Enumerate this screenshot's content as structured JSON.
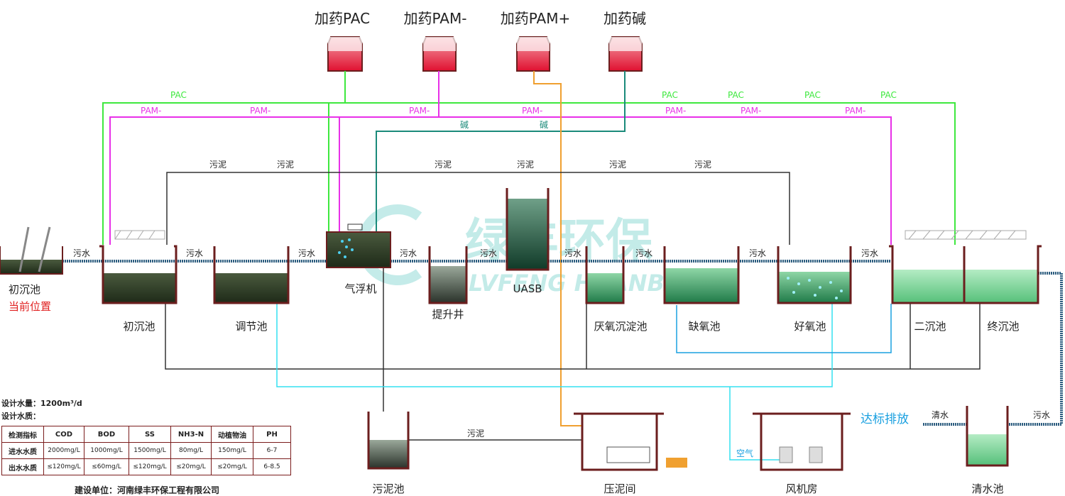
{
  "dosing": {
    "pac": "加药PAC",
    "pam_minus": "加药PAM-",
    "pam_plus": "加药PAM+",
    "alkali": "加药碱"
  },
  "line_labels": {
    "pac": "PAC",
    "pam_minus": "PAM-",
    "alkali": "碱",
    "sludge": "污泥",
    "sewage": "污水",
    "clean_water": "清水",
    "air": "空气"
  },
  "units": {
    "primary_settling_inlet": "初沉池",
    "current_position": "当前位置",
    "primary_settling": "初沉池",
    "equalization": "调节池",
    "air_flotation": "气浮机",
    "lift_well": "提升井",
    "uasb": "UASB",
    "anaerobic_settling": "厌氧沉淀池",
    "anoxic": "缺氧池",
    "aerobic": "好氧池",
    "secondary_settling": "二沉池",
    "final_settling": "终沉池",
    "sludge_tank": "污泥池",
    "press_room": "压泥间",
    "blower_room": "风机房",
    "clear_water_tank": "清水池",
    "discharge": "达标排放"
  },
  "watermark": {
    "cn": "绿丰环保",
    "en": "LVFENG HUANBAO"
  },
  "spec": {
    "capacity": "设计水量：1200m³/d",
    "quality_title": "设计水质：",
    "header": [
      "检测指标",
      "COD",
      "BOD",
      "SS",
      "NH3-N",
      "动植物油",
      "PH"
    ],
    "inlet": [
      "进水水质",
      "2000mg/L",
      "1000mg/L",
      "1500mg/L",
      "80mg/L",
      "150mg/L",
      "6-7"
    ],
    "outlet": [
      "出水水质",
      "≤120mg/L",
      "≤60mg/L",
      "≤120mg/L",
      "≤20mg/L",
      "≤20mg/L",
      "6-8.5"
    ],
    "builder": "建设单位：河南绿丰环保工程有限公司"
  },
  "colors": {
    "pac_line": "#3ee83e",
    "pam_line": "#e830e8",
    "alkali_line": "#1a8a7a",
    "pam_plus_line": "#f0a030",
    "sludge_line": "#333333",
    "return_line": "#33e0f0",
    "sewage_pipe": "#2e5e80",
    "air_line": "#1aa0e0",
    "tank_wall": "#6b1e1e",
    "highlight_text": "#e02020",
    "discharge_text": "#1aa0e0"
  }
}
